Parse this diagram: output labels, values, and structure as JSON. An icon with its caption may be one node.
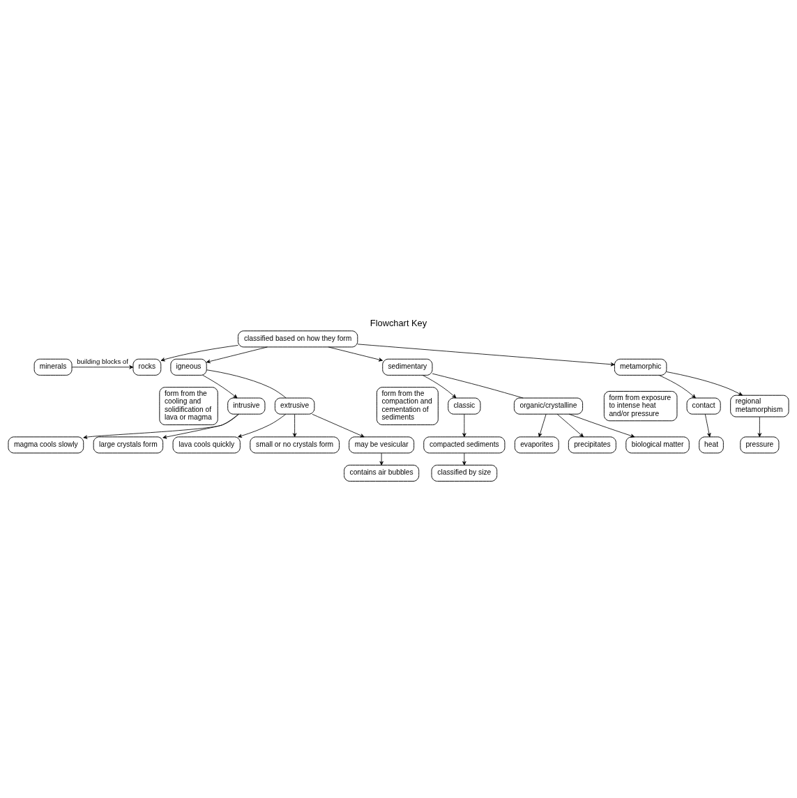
{
  "diagram": {
    "title": "Flowchart Key",
    "nodes": [
      {
        "text": [
          "minerals"
        ]
      },
      {
        "text": [
          "rocks"
        ]
      },
      {
        "text": [
          "classified based on how they form"
        ]
      },
      {
        "text": [
          "igneous"
        ]
      },
      {
        "text": [
          "sedimentary"
        ]
      },
      {
        "text": [
          "metamorphic"
        ]
      },
      {
        "text": [
          "form from the cooling and solidification of lava or magma"
        ]
      },
      {
        "text": [
          "form from the compaction and cementation of sediments"
        ]
      },
      {
        "text": [
          "form from exposure to intense heat and/or pressure"
        ]
      },
      {
        "text": [
          "intrusive"
        ]
      },
      {
        "text": [
          "magma cools slowly"
        ]
      },
      {
        "text": [
          "large crystals form"
        ]
      },
      {
        "text": [
          "extrusive"
        ]
      },
      {
        "text": [
          "lava cools quickly"
        ]
      },
      {
        "text": [
          "small or no crystals form"
        ]
      },
      {
        "text": [
          "may be vesicular"
        ]
      },
      {
        "text": [
          "contains air bubbles"
        ]
      },
      {
        "text": [
          "classic"
        ]
      },
      {
        "text": [
          "compacted sediments"
        ]
      },
      {
        "text": [
          "classified by size"
        ]
      },
      {
        "text": [
          "organic/crystalline"
        ]
      },
      {
        "text": [
          "evaporites"
        ]
      },
      {
        "text": [
          "precipitates"
        ]
      },
      {
        "text": [
          "biological matter"
        ]
      },
      {
        "text": [
          "contact"
        ]
      },
      {
        "text": [
          "heat"
        ]
      },
      {
        "text": [
          "regional metamorphism"
        ]
      },
      {
        "text": [
          "pressure"
        ]
      }
    ],
    "edges": [
      {
        "from": 0,
        "to": 1,
        "arrow": "to",
        "label": "building blocks of"
      },
      {
        "from": 2,
        "to": 1,
        "arrow": "to"
      },
      {
        "from": 2,
        "to": 3,
        "arrow": "to"
      },
      {
        "from": 2,
        "to": 4,
        "arrow": "to"
      },
      {
        "from": 2,
        "to": 5,
        "arrow": "to"
      },
      {
        "from": 3,
        "to": 9,
        "arrow": "to"
      },
      {
        "from": 3,
        "to": 12,
        "arrow": "none"
      },
      {
        "from": 9,
        "to": 10,
        "arrow": "to"
      },
      {
        "from": 9,
        "to": 11,
        "arrow": "to"
      },
      {
        "from": 12,
        "to": 13,
        "arrow": "to"
      },
      {
        "from": 12,
        "to": 14,
        "arrow": "to"
      },
      {
        "from": 12,
        "to": 15,
        "arrow": "to"
      },
      {
        "from": 15,
        "to": 16,
        "arrow": "to"
      },
      {
        "from": 4,
        "to": 17,
        "arrow": "to"
      },
      {
        "from": 4,
        "to": 20,
        "arrow": "none"
      },
      {
        "from": 17,
        "to": 18,
        "arrow": "to"
      },
      {
        "from": 18,
        "to": 19,
        "arrow": "to"
      },
      {
        "from": 20,
        "to": 21,
        "arrow": "to"
      },
      {
        "from": 20,
        "to": 22,
        "arrow": "to"
      },
      {
        "from": 20,
        "to": 23,
        "arrow": "to"
      },
      {
        "from": 5,
        "to": 24,
        "arrow": "to"
      },
      {
        "from": 5,
        "to": 26,
        "arrow": "to"
      },
      {
        "from": 24,
        "to": 25,
        "arrow": "to"
      },
      {
        "from": 26,
        "to": 27,
        "arrow": "to"
      }
    ]
  }
}
